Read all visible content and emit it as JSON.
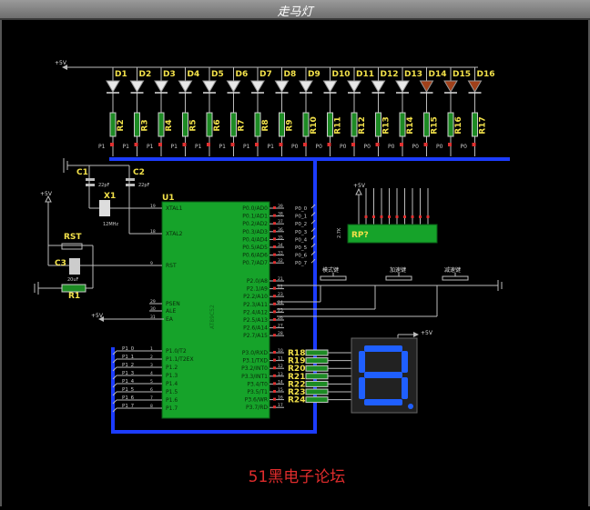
{
  "window": {
    "title": "走马灯"
  },
  "leds": {
    "labels": [
      "D1",
      "D2",
      "D3",
      "D4",
      "D5",
      "D6",
      "D7",
      "D8",
      "D9",
      "D10",
      "D11",
      "D12",
      "D13",
      "D14",
      "D15",
      "D16"
    ],
    "lit": [
      false,
      false,
      false,
      false,
      false,
      false,
      false,
      false,
      false,
      false,
      false,
      false,
      false,
      true,
      true,
      true
    ],
    "colors": {
      "off": "#e8e8e8",
      "on": "#a0401a"
    }
  },
  "resistors": {
    "labels": [
      "R2",
      "R3",
      "R4",
      "R5",
      "R6",
      "R7",
      "R8",
      "R9",
      "R10",
      "R11",
      "R12",
      "R13",
      "R14",
      "R15",
      "R16",
      "R17"
    ]
  },
  "ports": {
    "labels": [
      "P1",
      "P1",
      "P1",
      "P1",
      "P1",
      "P1",
      "P1",
      "P1",
      "P0",
      "P0",
      "P0",
      "P0",
      "P0",
      "P0",
      "P0",
      "P0"
    ]
  },
  "power": {
    "vcc_top": "+5V",
    "vcc_left": "+5V",
    "vcc_ea": "+5V",
    "vcc_rp": "+5V",
    "vcc_seg": "+5V"
  },
  "crystal": {
    "c1": "C1",
    "c2": "C2",
    "c1_value": "22pF",
    "c2_value": "22pF",
    "x1": "X1",
    "x1_value": "12MHz"
  },
  "reset": {
    "button": "RST",
    "cap": "C3",
    "cap_value": "20uF",
    "resistor": "R1"
  },
  "mcu": {
    "ref": "U1",
    "part": "AT89C52",
    "left_pins": [
      "XTAL1",
      "XTAL2",
      "RST",
      "PSEN",
      "ALE",
      "EA",
      "P1.0/T2",
      "P1.1/T2EX",
      "P1.2",
      "P1.3",
      "P1.4",
      "P1.5",
      "P1.6",
      "P1.7"
    ],
    "left_nums": [
      "19",
      "18",
      "9",
      "29",
      "30",
      "31",
      "1",
      "2",
      "3",
      "4",
      "5",
      "6",
      "7",
      "8"
    ],
    "right_p0": [
      "P0.0/AD0",
      "P0.1/AD1",
      "P0.2/AD2",
      "P0.3/AD3",
      "P0.4/AD4",
      "P0.5/AD5",
      "P0.6/AD6",
      "P0.7/AD7"
    ],
    "right_p0_nums": [
      "39",
      "38",
      "37",
      "36",
      "35",
      "34",
      "33",
      "32"
    ],
    "right_p2": [
      "P2.0/A8",
      "P2.1/A9",
      "P2.2/A10",
      "P2.3/A11",
      "P2.4/A12",
      "P2.5/A13",
      "P2.6/A14",
      "P2.7/A15"
    ],
    "right_p2_nums": [
      "21",
      "22",
      "23",
      "24",
      "25",
      "26",
      "27",
      "28"
    ],
    "right_p3": [
      "P3.0/RXD",
      "P3.1/TXD",
      "P3.2/INT0",
      "P3.3/INT1",
      "P3.4/T0",
      "P3.5/T1",
      "P3.6/WR",
      "P3.7/RD"
    ],
    "right_p3_nums": [
      "10",
      "11",
      "12",
      "13",
      "14",
      "15",
      "16",
      "17"
    ]
  },
  "bus_labels": {
    "p0": [
      "P0_0",
      "P0_1",
      "P0_2",
      "P0_3",
      "P0_4",
      "P0_5",
      "P0_6",
      "P0_7"
    ],
    "p1": [
      "P1_0",
      "P1_1",
      "P1_2",
      "P1_3",
      "P1_4",
      "P1_5",
      "P1_6",
      "P1_7"
    ]
  },
  "rp": {
    "ref": "RP?",
    "value": "2.7K"
  },
  "buttons": {
    "mode": "模式键",
    "up": "加速键",
    "down": "减速键"
  },
  "seg_resistors": [
    "R18",
    "R19",
    "R20",
    "R21",
    "R22",
    "R23",
    "R24"
  ],
  "display": {
    "digit": "8"
  },
  "brand": {
    "text": "51黑电子论坛"
  }
}
